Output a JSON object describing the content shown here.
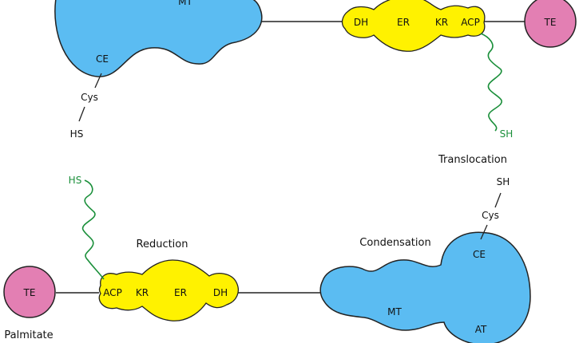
{
  "colors": {
    "blue_domain": "#5bbcf2",
    "yellow_domain": "#fff200",
    "pink_domain": "#e37fb3",
    "green_chain": "#1a8f3a",
    "outline": "#222222"
  },
  "top_module": {
    "mt": "MT",
    "ce": "CE",
    "cys": "Cys",
    "hs": "HS",
    "dh": "DH",
    "er": "ER",
    "kr": "KR",
    "acp": "ACP",
    "te": "TE",
    "sh": "SH"
  },
  "bottom_module": {
    "hs": "HS",
    "acp": "ACP",
    "kr": "KR",
    "er": "ER",
    "dh": "DH",
    "te": "TE",
    "ce": "CE",
    "mt": "MT",
    "at": "AT",
    "sh": "SH",
    "cys": "Cys"
  },
  "steps": {
    "translocation": "Translocation",
    "reduction": "Reduction",
    "condensation": "Condensation",
    "palmitate": "Palmitate"
  }
}
